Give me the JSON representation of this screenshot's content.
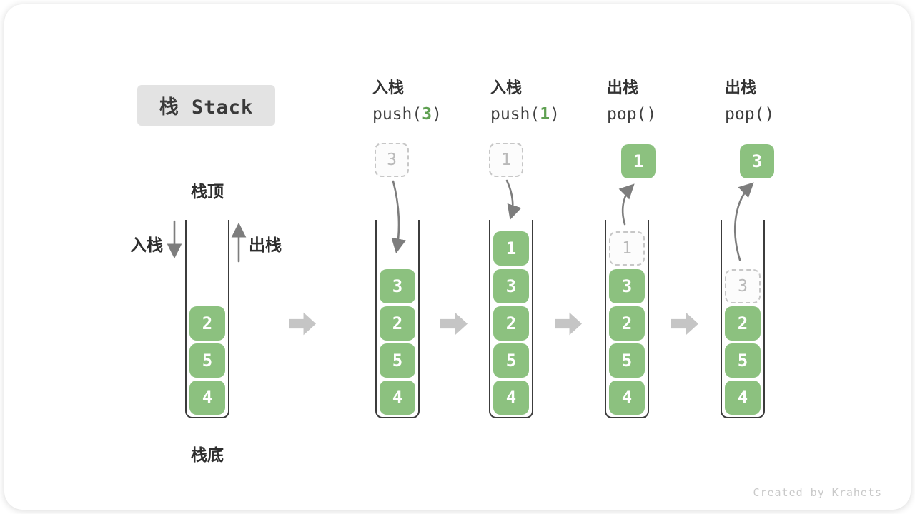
{
  "title": "栈 Stack",
  "stack_labels": {
    "top": "栈顶",
    "bottom": "栈底",
    "push_side": "入栈",
    "pop_side": "出栈"
  },
  "steps": [
    {
      "label": "入栈",
      "code_open": "push(",
      "code_arg": "3",
      "code_close": ")",
      "float": {
        "value": "3",
        "variant": "dashed"
      }
    },
    {
      "label": "入栈",
      "code_open": "push(",
      "code_arg": "1",
      "code_close": ")",
      "float": {
        "value": "1",
        "variant": "dashed"
      }
    },
    {
      "label": "出栈",
      "code_open": "pop(",
      "code_arg": "",
      "code_close": ")",
      "float": {
        "value": "1",
        "variant": "solid"
      }
    },
    {
      "label": "出栈",
      "code_open": "pop(",
      "code_arg": "",
      "code_close": ")",
      "float": {
        "value": "3",
        "variant": "solid"
      }
    }
  ],
  "stacks": [
    {
      "name": "initial",
      "items": [
        {
          "slot": 2,
          "value": "2",
          "variant": "solid"
        },
        {
          "slot": 3,
          "value": "5",
          "variant": "solid"
        },
        {
          "slot": 4,
          "value": "4",
          "variant": "solid"
        }
      ]
    },
    {
      "name": "after-push-3",
      "items": [
        {
          "slot": 1,
          "value": "3",
          "variant": "solid"
        },
        {
          "slot": 2,
          "value": "2",
          "variant": "solid"
        },
        {
          "slot": 3,
          "value": "5",
          "variant": "solid"
        },
        {
          "slot": 4,
          "value": "4",
          "variant": "solid"
        }
      ]
    },
    {
      "name": "after-push-1",
      "items": [
        {
          "slot": 0,
          "value": "1",
          "variant": "solid"
        },
        {
          "slot": 1,
          "value": "3",
          "variant": "solid"
        },
        {
          "slot": 2,
          "value": "2",
          "variant": "solid"
        },
        {
          "slot": 3,
          "value": "5",
          "variant": "solid"
        },
        {
          "slot": 4,
          "value": "4",
          "variant": "solid"
        }
      ]
    },
    {
      "name": "after-pop-1",
      "items": [
        {
          "slot": 0,
          "value": "1",
          "variant": "dashed"
        },
        {
          "slot": 1,
          "value": "3",
          "variant": "solid"
        },
        {
          "slot": 2,
          "value": "2",
          "variant": "solid"
        },
        {
          "slot": 3,
          "value": "5",
          "variant": "solid"
        },
        {
          "slot": 4,
          "value": "4",
          "variant": "solid"
        }
      ]
    },
    {
      "name": "after-pop-3",
      "items": [
        {
          "slot": 1,
          "value": "3",
          "variant": "dashed"
        },
        {
          "slot": 2,
          "value": "2",
          "variant": "solid"
        },
        {
          "slot": 3,
          "value": "5",
          "variant": "solid"
        },
        {
          "slot": 4,
          "value": "4",
          "variant": "solid"
        }
      ]
    }
  ],
  "colors": {
    "green": "#8cc17f",
    "code_green": "#5fa052",
    "block_arrow_gray": "#c5c5c5",
    "dashed_border": "#c7c7c7",
    "dashed_text": "#b9b9b9"
  },
  "watermark": "Created by Krahets"
}
